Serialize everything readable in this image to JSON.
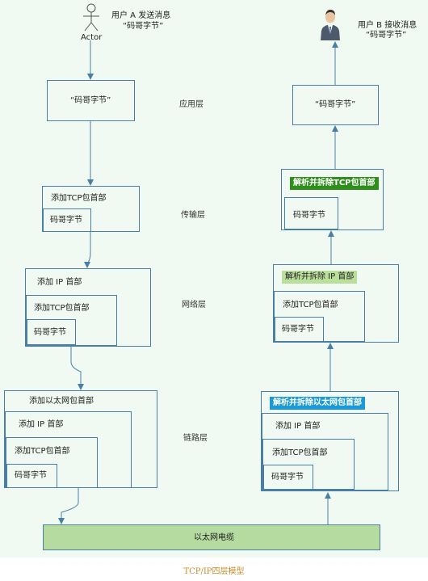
{
  "actor": {
    "label": "Actor"
  },
  "sender_note": {
    "line1": "用户 A 发送消息",
    "line2": "“码哥字节”"
  },
  "receiver_note": {
    "line1": "用户 B 接收消息",
    "line2": "“码哥字节”"
  },
  "layers": {
    "application": "应用层",
    "transport": "传输层",
    "network": "网络层",
    "link": "链路层"
  },
  "sender": {
    "app_msg": "“码哥字节”",
    "transport": {
      "header": "添加TCP包首部",
      "payload": "码哥字节"
    },
    "network": {
      "header": "添加 IP 首部",
      "tcp_header": "添加TCP包首部",
      "payload": "码哥字节"
    },
    "link": {
      "header": "添加以太网包首部",
      "ip_header": "添加 IP 首部",
      "tcp_header": "添加TCP包首部",
      "payload": "码哥字节"
    }
  },
  "receiver": {
    "app_msg": "“码哥字节”",
    "transport": {
      "action": "解析并拆除TCP包首部",
      "payload": "码哥字节"
    },
    "network": {
      "action": "解析并拆除 IP 首部",
      "tcp_header": "添加TCP包首部",
      "payload": "码哥字节"
    },
    "link": {
      "action": "解析并拆除以太网包首部",
      "ip_header": "添加 IP 首部",
      "tcp_header": "添加TCP包首部",
      "payload": "码哥字节"
    }
  },
  "cable": "以太网电缆",
  "caption": "TCP/IP四层模型",
  "colors": {
    "box_border": "#4a7fa5",
    "cable_fill": "#b5dba0",
    "tcp_strip": "#2f8f1c",
    "ip_strip": "#b9df9b",
    "eth_strip": "#1b9ad8"
  },
  "icons": {
    "actor": "stick-figure-icon",
    "user": "businessman-avatar-icon"
  }
}
